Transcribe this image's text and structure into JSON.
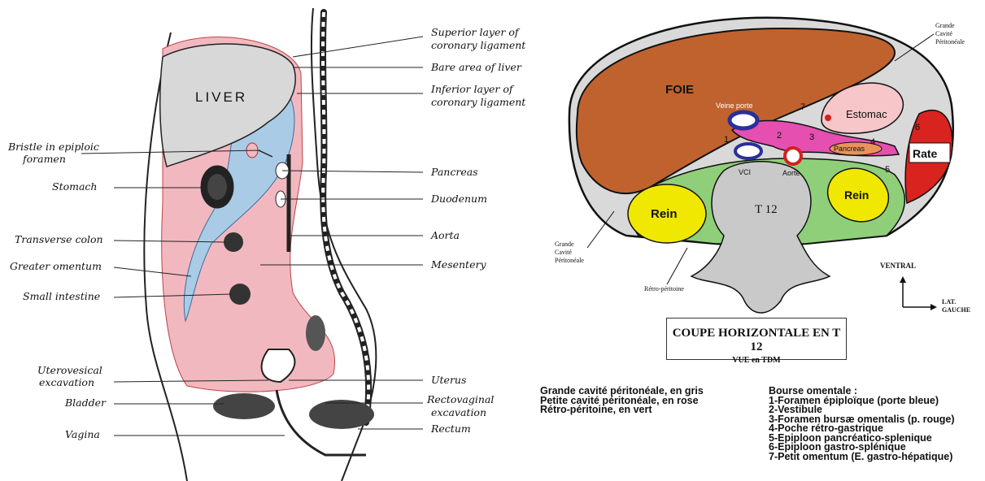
{
  "left_diagram": {
    "labels_left": [
      "Bristle in epiploic",
      "foramen",
      "Stomach",
      "Transverse colon",
      "Greater omentum",
      "Small intestine",
      "Uterovesical",
      "excavation",
      "Bladder",
      "Vagina"
    ],
    "labels_right": [
      "Superior layer of",
      "coronary ligament",
      "Bare area of liver",
      "Inferior layer of",
      "coronary ligament",
      "Pancreas",
      "Duodenum",
      "Aorta",
      "Mesentery",
      "Uterus",
      "Rectovaginal",
      "excavation",
      "Rectum"
    ],
    "organ_label": "LIVER",
    "colors": {
      "greater_sac": "#f2b8c0",
      "lesser_sac": "#a9cbe6",
      "liver": "#d8d8d8"
    }
  },
  "right_diagram": {
    "organs": {
      "foie": "FOIE",
      "estomac": "Estomac",
      "rate": "Rate",
      "rein_left": "Rein",
      "rein_right": "Rein",
      "vertebra": "T 12",
      "pancreas": "Pancreas",
      "veine_porte": "Veine porte",
      "vci": "VCI",
      "aorte": "Aorte"
    },
    "numbers": [
      "1",
      "2",
      "3",
      "4",
      "5",
      "6",
      "7"
    ],
    "grande_cavite_top": [
      "Grande",
      "Cavité",
      "Péritonéale"
    ],
    "grande_cavite_left": [
      "Grande",
      "Cavité",
      "Péritonéale"
    ],
    "retro": "Rétro-péritoine",
    "orientation": {
      "ventral": "VENTRAL",
      "lat_1": "LAT.",
      "lat_2": "GAUCHE"
    },
    "title": "COUPE HORIZONTALE EN T 12",
    "subtitle": "VUE en TDM",
    "legend_left": [
      "Grande cavité péritonéale, en gris",
      "Petite cavité péritonéale, en rose",
      "Rétro-péritoine, en vert"
    ],
    "legend_right": [
      "Bourse omentale :",
      "1-Foramen épiploïque (porte bleue)",
      "2-Vestibule",
      "3-Foramen bursæ omentalis (p. rouge)",
      "4-Poche rétro-gastrique",
      "5-Epiploon pancréatico-splenique",
      "6-Epiploon gastro-splénique",
      "7-Petit omentum (E. gastro-hépatique)"
    ],
    "colors": {
      "foie": "#c0622e",
      "grande_cavite": "#d9d9d9",
      "petite_cavite": "#e44fb0",
      "retro": "#8fcf7a",
      "rein": "#f0e800",
      "estomac": "#f6c6c9",
      "rate": "#d8231e",
      "pancreas": "#e9925a",
      "veine_porte": "#2a2f9a",
      "aorte": "#d42020"
    }
  }
}
